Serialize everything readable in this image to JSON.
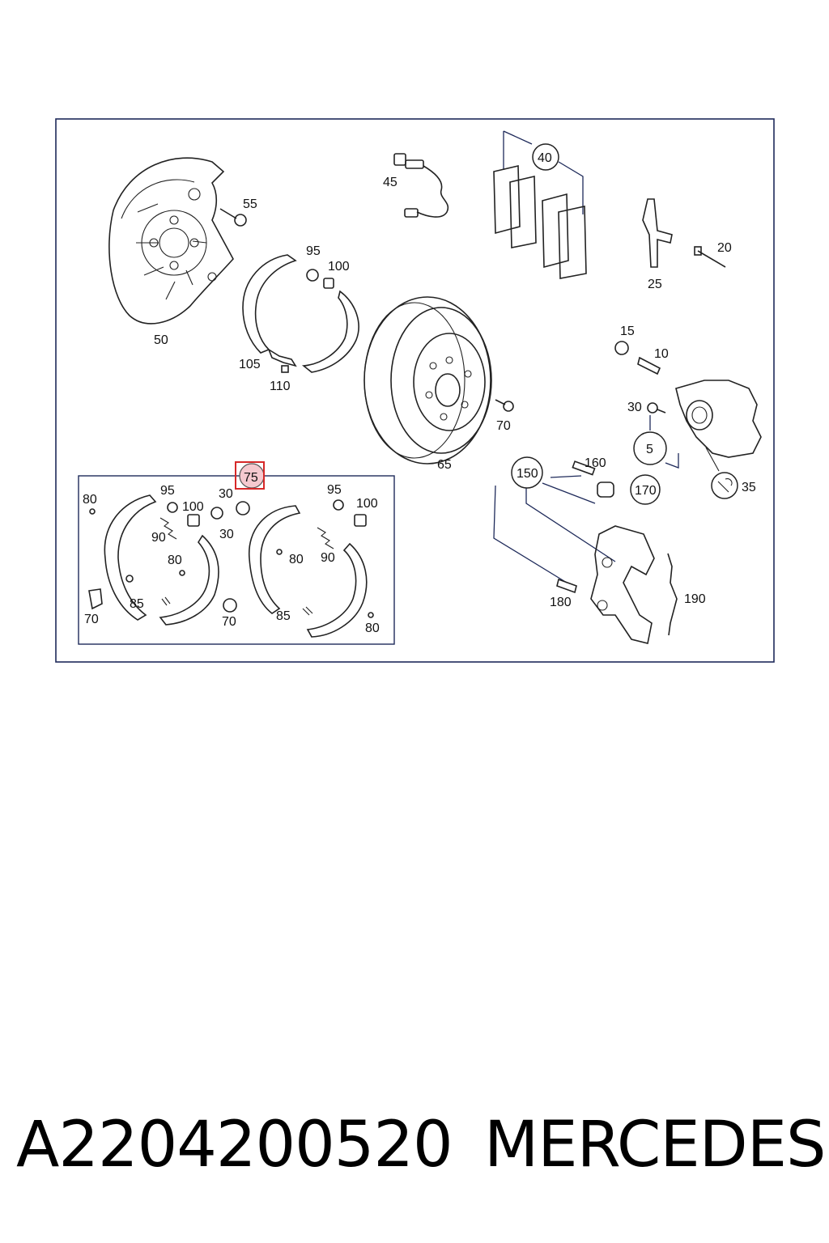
{
  "labels": {
    "l5": "5",
    "l10": "10",
    "l15": "15",
    "l20": "20",
    "l25": "25",
    "l30a": "30",
    "l30b": "30",
    "l30c": "30",
    "l35": "35",
    "l40": "40",
    "l45": "45",
    "l50": "50",
    "l55": "55",
    "l65": "65",
    "l70a": "70",
    "l70b": "70",
    "l70c": "70",
    "l75": "75",
    "l80a": "80",
    "l80b": "80",
    "l80c": "80",
    "l80d": "80",
    "l85a": "85",
    "l85b": "85",
    "l90a": "90",
    "l90b": "90",
    "l95a": "95",
    "l95b": "95",
    "l95c": "95",
    "l100a": "100",
    "l100b": "100",
    "l100c": "100",
    "l105": "105",
    "l110": "110",
    "l150": "150",
    "l160": "160",
    "l170": "170",
    "l180": "180",
    "l190": "190"
  },
  "footer": {
    "part_number": "A2204200520",
    "brand": "MERCEDES"
  },
  "colors": {
    "highlight_border": "#d62828",
    "highlight_fill": "#f5c9cf",
    "frame": "#1e2a5a"
  }
}
